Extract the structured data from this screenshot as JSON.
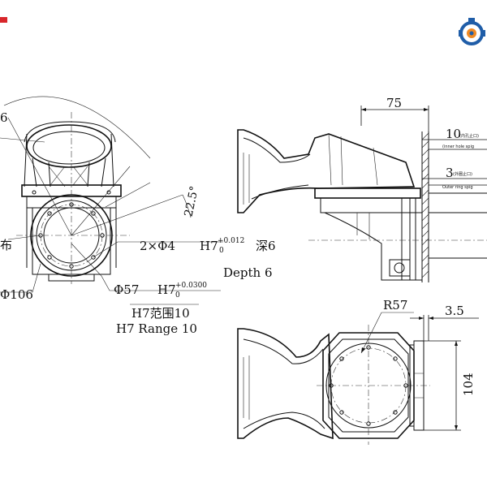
{
  "colors": {
    "brand_red": "#d8262b",
    "logo_blue": "#1f5da8",
    "logo_orange": "#f08a24",
    "line": "#111111"
  },
  "logo": {
    "icon": "gear-robot-logo-icon"
  },
  "front_view": {
    "label_top_left": "6",
    "angle": "22.5°",
    "pattern_label_fragment": "布",
    "diameter_fragment": "Φ106",
    "holes": {
      "count_text": "2×Φ4",
      "tol_base": "H7",
      "tol_upper": "+0.012",
      "tol_lower": "0",
      "depth_cn": "深6",
      "depth_en": "Depth 6"
    },
    "bore": {
      "diameter": "Φ57",
      "tol_base": "H7",
      "tol_upper": "+0.0300",
      "tol_lower": "0",
      "range_cn": "H7范围10",
      "range_en": "H7 Range 10"
    }
  },
  "side_view": {
    "dim_top": "75",
    "dim_inner": "10",
    "dim_inner_note_cn": "(内孔止口)",
    "dim_inner_note_en": "(inner hole spig",
    "dim_outer": "3",
    "dim_outer_note_cn": "(外圈止口)",
    "dim_outer_note_en": "Outer ring spig"
  },
  "bottom_view": {
    "radius": "R57",
    "dim_offset": "3.5",
    "dim_height": "104"
  }
}
